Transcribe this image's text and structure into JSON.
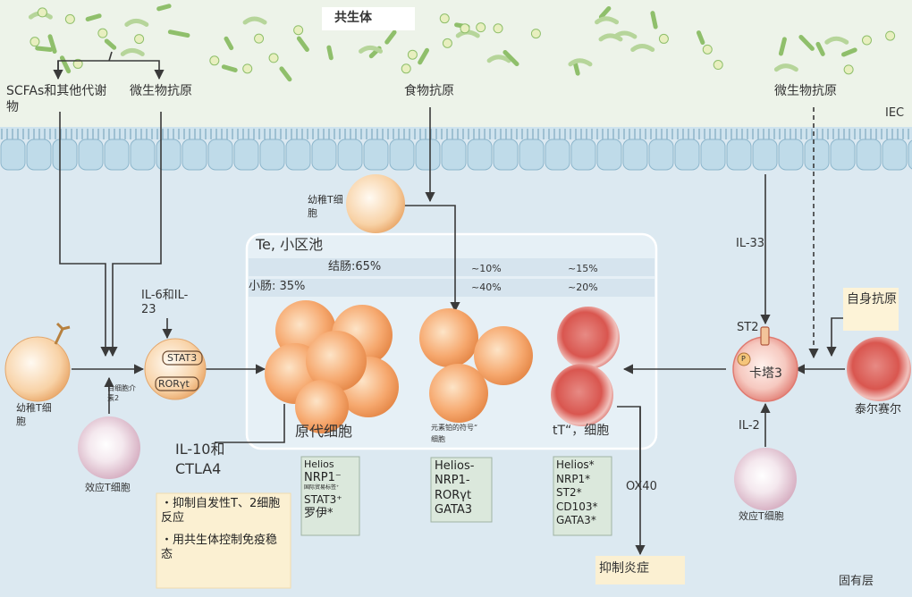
{
  "colors": {
    "lumen": "#edf3e9",
    "lamina": "#dce9f1",
    "epithelium": "#bfdbe9",
    "microbe": "#8fbf6b",
    "arrow": "#3a3a3a",
    "naive_cell": "#f7c999",
    "treg_cell": "#f6a16a",
    "red_cell": "#e06a62",
    "effector_cell": "#e7c8d6",
    "note_bg": "#fbf0d2",
    "marker_bg": "#dbe8dc"
  },
  "labels": {
    "commensal": "共生体",
    "scfa": "SCFAs和其他代谢",
    "scfa_2": "物",
    "microbial_antigen_left": "微生物抗原",
    "food_antigen": "食物抗原",
    "microbial_antigen_right": "微生物抗原",
    "iec": "IEC",
    "naive_t_top_1": "幼稚T细",
    "naive_t_top_2": "胞",
    "treg_pool": "Te, 小区池",
    "colon": "结肠:65%",
    "small_intestine": "小肠: 35%",
    "pct_colon_mid": "~10%",
    "pct_colon_right": "~15%",
    "pct_si_mid": "~40%",
    "pct_si_right": "~20%",
    "il6_il23_1": "IL-6和IL-",
    "il6_il23_2": "23",
    "stat3": "STAT3",
    "roryt": "RORγt",
    "il2_small_1": "白细胞介",
    "il2_small_2": "素2",
    "naive_t_left_1": "幼稚T细",
    "naive_t_left_2": "胞",
    "effector_left": "效应T细胞",
    "ptreg": "原代细胞",
    "small_mid_label_1": "元素铂的符号“",
    "small_mid_label_2": "细胞",
    "ttreg": "tT“，细胞",
    "il10_ctla4_1": "IL-10和",
    "il10_ctla4_2": "CTLA4",
    "il33": "IL-33",
    "st2": "ST2",
    "phospho": "P",
    "gata3_cn": "卡塔3",
    "self_antigen": "自身抗原",
    "thelper": "泰尔赛尔",
    "il2_right": "IL-2",
    "effector_right": "效应T细胞",
    "ox40": "OX40",
    "suppress_inflammation": "抑制炎症",
    "lamina_propria": "固有层"
  },
  "notes": {
    "note1": "・抑制自发性T、2细胞反应",
    "note2": "・用共生体控制免疫稳态"
  },
  "markers": {
    "ptreg": [
      "Helios",
      "NRP1⁻",
      "国际贸易标签⁺",
      "STAT3⁺",
      "罗伊*"
    ],
    "mid": [
      "Helios-",
      "NRP1-",
      "RORγt",
      "GATA3"
    ],
    "ttreg": [
      "Helios*",
      "NRP1*",
      "ST2*",
      "CD103*",
      "GATA3*"
    ]
  }
}
